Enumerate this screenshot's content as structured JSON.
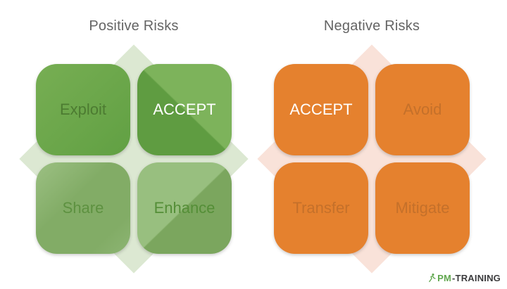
{
  "panels": [
    {
      "title": "Positive Risks",
      "theme": "green",
      "colors": {
        "square_saturated": "#69a74a",
        "square_light_wash": "#7db35c",
        "square_dark": "#5f9c41",
        "square_muted": "#84ae69",
        "diamond": "#dce8d2",
        "label_text": "#4c7b31",
        "emphasis_text": "#ffffff"
      },
      "cards": [
        {
          "label": "Exploit",
          "emphasis": false
        },
        {
          "label": "ACCEPT",
          "emphasis": true
        },
        {
          "label": "Share",
          "emphasis": false
        },
        {
          "label": "Enhance",
          "emphasis": false
        }
      ]
    },
    {
      "title": "Negative Risks",
      "theme": "orange",
      "colors": {
        "square": "#e5812e",
        "diamond": "#f9e2d9",
        "label_text": "#c4702a",
        "emphasis_text": "#ffffff"
      },
      "cards": [
        {
          "label": "ACCEPT",
          "emphasis": true
        },
        {
          "label": "Avoid",
          "emphasis": false
        },
        {
          "label": "Transfer",
          "emphasis": false
        },
        {
          "label": "Mitigate",
          "emphasis": false
        }
      ]
    }
  ],
  "footer": {
    "logo_icon": "runner-icon",
    "logo_prefix": "PM",
    "logo_suffix": "-TRAINING",
    "logo_green": "#61a74f",
    "logo_dark": "#3c3c3e"
  }
}
